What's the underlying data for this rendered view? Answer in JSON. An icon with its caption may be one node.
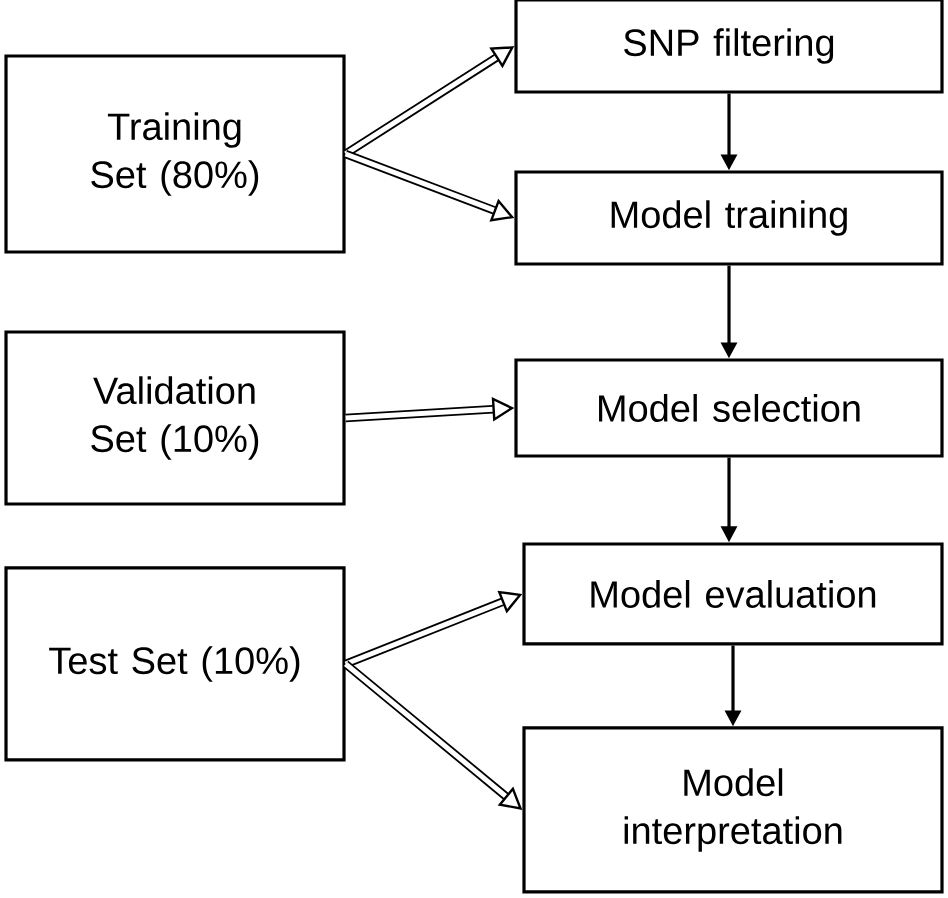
{
  "diagram": {
    "nodes": [
      {
        "text": [
          "Training Set (80%)"
        ]
      },
      {
        "text": [
          "SNP filtering"
        ]
      },
      {
        "text": [
          "Model training"
        ]
      },
      {
        "text": [
          "Validation Set (10%)"
        ]
      },
      {
        "text": [
          "Model selection"
        ]
      },
      {
        "text": [
          "Model evaluation"
        ]
      },
      {
        "text": [
          "Test Set (10%)"
        ]
      },
      {
        "text": [
          "Model interpretation"
        ]
      }
    ],
    "edges": [
      {
        "from": 0,
        "to": 1,
        "arrow": "to"
      },
      {
        "from": 0,
        "to": 2,
        "arrow": "to"
      },
      {
        "from": 1,
        "to": 2,
        "arrow": "to"
      },
      {
        "from": 2,
        "to": 4,
        "arrow": "to"
      },
      {
        "from": 3,
        "to": 4,
        "arrow": "to"
      },
      {
        "from": 4,
        "to": 5,
        "arrow": "to"
      },
      {
        "from": 6,
        "to": 5,
        "arrow": "to"
      },
      {
        "from": 6,
        "to": 7,
        "arrow": "to"
      },
      {
        "from": 5,
        "to": 7,
        "arrow": "to"
      }
    ]
  }
}
